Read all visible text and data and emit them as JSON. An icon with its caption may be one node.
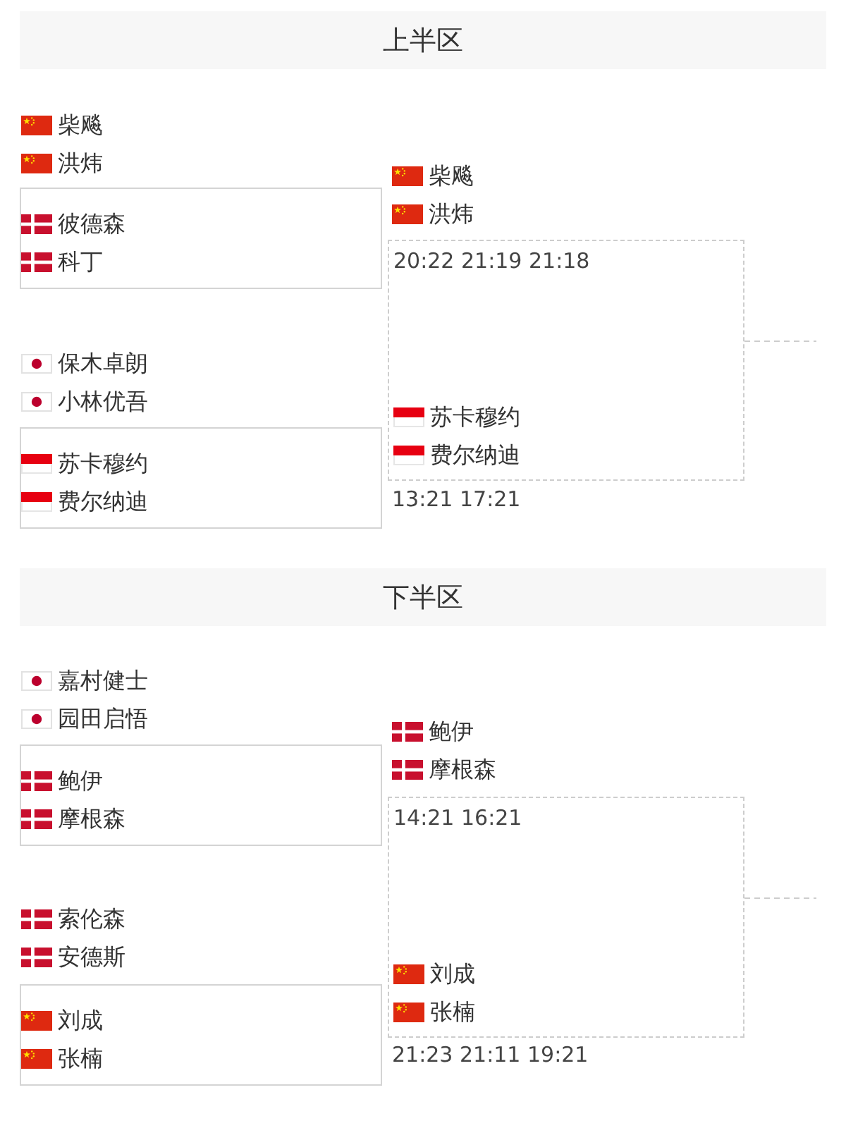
{
  "diagram": {
    "nodes": [
      {
        "text": [
          "上半区"
        ]
      },
      {
        "text": [
          "柴飚",
          "洪炜"
        ]
      },
      {
        "text": [
          "彼德森",
          "科丁"
        ]
      },
      {
        "text": [
          "保木卓朗",
          "小林优吾"
        ]
      },
      {
        "text": [
          "苏卡穆约",
          "费尔纳迪"
        ]
      },
      {
        "text": [
          "柴飚",
          "洪炜"
        ]
      },
      {
        "text": [
          "20:22 21:19 21:18",
          "苏卡穆约",
          "费尔纳迪"
        ],
        "beside": [
          "13:21 17:21"
        ]
      },
      {
        "text": [
          "下半区"
        ]
      },
      {
        "text": [
          "嘉村健士",
          "园田启悟"
        ]
      },
      {
        "text": [
          "鲍伊",
          "摩根森"
        ]
      },
      {
        "text": [
          "索伦森",
          "安德斯"
        ]
      },
      {
        "text": [
          "刘成",
          "张楠"
        ]
      },
      {
        "text": [
          "鲍伊",
          "摩根森"
        ]
      },
      {
        "text": [
          "14:21 16:21",
          "刘成",
          "张楠"
        ],
        "beside": [
          "21:23 21:11 19:21"
        ]
      }
    ],
    "edges": [
      {
        "from": 6,
        "to": null,
        "arrow": "none",
        "style": "dashed"
      },
      {
        "from": 13,
        "to": null,
        "arrow": "none",
        "style": "dashed"
      }
    ]
  }
}
